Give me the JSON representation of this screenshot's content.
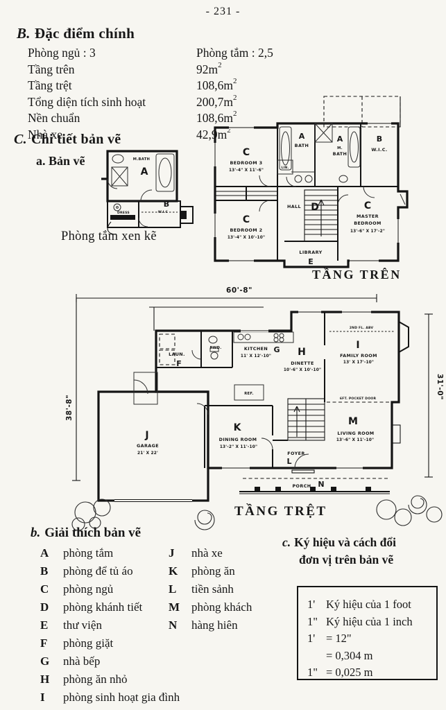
{
  "colors": {
    "paper": "#f7f6f1",
    "ink": "#171717"
  },
  "page_number": "- 231 -",
  "section_b": {
    "letter": "B.",
    "title": "Đặc điểm chính",
    "rows": [
      {
        "label": "Phòng ngủ : 3",
        "value": "Phòng tắm : 2,5",
        "sup": ""
      },
      {
        "label": "Tầng trên",
        "value": "92m",
        "sup": "2"
      },
      {
        "label": "Tầng trệt",
        "value": "108,6m",
        "sup": "2"
      },
      {
        "label": "Tổng diện tích sinh hoạt",
        "value": "200,7m",
        "sup": "2"
      },
      {
        "label": "Nền chuẩn",
        "value": "108,6m",
        "sup": "2"
      },
      {
        "label": "Nhà xe",
        "value": "42,9m",
        "sup": "2"
      }
    ]
  },
  "section_c": {
    "letter": "C.",
    "title": "Chi tiết bản vẽ",
    "sub_a": "a. Bản vẽ"
  },
  "inset": {
    "caption": "Phòng tắm xen kẽ",
    "labels": {
      "mbath": "M.BATH",
      "a": "A",
      "b": "B",
      "wic": "W.I.C",
      "dress": "DRESS"
    }
  },
  "upper_plan": {
    "caption": "TẦNG TRÊN",
    "rooms": {
      "bedroom3": {
        "letter": "C",
        "name": "BEDROOM 3",
        "dims": "13'-4\" X 11'-6\""
      },
      "bath": {
        "letter": "A",
        "name": "BATH"
      },
      "lin": "LIN.",
      "mbath": {
        "letter": "A",
        "name_line1": "M.",
        "name_line2": "BATH"
      },
      "wic": {
        "letter": "B",
        "name": "W.I.C."
      },
      "hall": {
        "letter": "D",
        "name": "HALL"
      },
      "bedroom2": {
        "letter": "C",
        "name": "BEDROOM 2",
        "dims": "13'-4\" X 10'-10\""
      },
      "master": {
        "letter": "C",
        "name_line1": "MASTER",
        "name_line2": "BEDROOM",
        "dims": "13'-6\" X 17'-2\""
      },
      "library": {
        "letter": "E",
        "name": "LIBRARY"
      }
    }
  },
  "lower_plan": {
    "caption": "TẦNG TRỆT",
    "dims": {
      "width": "60'-8\"",
      "left": "38'-8\"",
      "right": "31'-0\""
    },
    "notes": {
      "fl_above": "2ND FL. ABV",
      "pocket_door": "6FT. POCKET DOOR",
      "ref": "REF."
    },
    "rooms": {
      "laundry": {
        "letter": "F",
        "name": "LAUN."
      },
      "powder": {
        "name": "PWD."
      },
      "kitchen": {
        "letter": "G",
        "name": "KITCHEN",
        "dims": "11' X 12'-10\""
      },
      "dinette": {
        "letter": "H",
        "name": "DINETTE",
        "dims": "10'-6\" X 10'-10\""
      },
      "family": {
        "letter": "I",
        "name": "FAMILY ROOM",
        "dims": "13' X 17'-10\""
      },
      "garage": {
        "letter": "J",
        "name": "GARAGE",
        "dims": "21' X 22'"
      },
      "dining": {
        "letter": "K",
        "name": "DINING ROOM",
        "dims": "13'-2\" X 11'-10\""
      },
      "living": {
        "letter": "M",
        "name": "LIVING ROOM",
        "dims": "13'-6\" X 11'-10\""
      },
      "foyer": {
        "letter": "L",
        "name": "FOYER"
      },
      "porch": {
        "letter": "N",
        "name": "PORCH"
      }
    }
  },
  "legend": {
    "letter": "b.",
    "title": "Giải thích bản vẽ",
    "col1": [
      {
        "key": "A",
        "text": "phòng tắm"
      },
      {
        "key": "B",
        "text": "phòng để tủ áo"
      },
      {
        "key": "C",
        "text": "phòng ngủ"
      },
      {
        "key": "D",
        "text": "phòng khánh tiết"
      },
      {
        "key": "E",
        "text": "thư viện"
      },
      {
        "key": "F",
        "text": "phòng giặt"
      },
      {
        "key": "G",
        "text": "nhà bếp"
      },
      {
        "key": "H",
        "text": "phòng ăn nhỏ"
      },
      {
        "key": "I",
        "text": "phòng sinh hoạt gia đình"
      }
    ],
    "col2": [
      {
        "key": "J",
        "text": "nhà xe"
      },
      {
        "key": "K",
        "text": "phòng ăn"
      },
      {
        "key": "L",
        "text": "tiền sảnh"
      },
      {
        "key": "M",
        "text": "phòng khách"
      },
      {
        "key": "N",
        "text": "hàng hiên"
      }
    ]
  },
  "conversion": {
    "letter": "c.",
    "title_line1": "Ký hiệu và cách đổi",
    "title_line2": "đơn vị trên bản vẽ",
    "box_lines": [
      {
        "sym": "1'",
        "text": "Ký hiệu của 1 foot"
      },
      {
        "sym": "1\"",
        "text": "Ký hiệu của 1 inch"
      },
      {
        "sym": "1'",
        "text": "= 12\""
      },
      {
        "sym": "",
        "text": "= 0,304 m"
      },
      {
        "sym": "1\"",
        "text": "= 0,025 m"
      }
    ]
  }
}
